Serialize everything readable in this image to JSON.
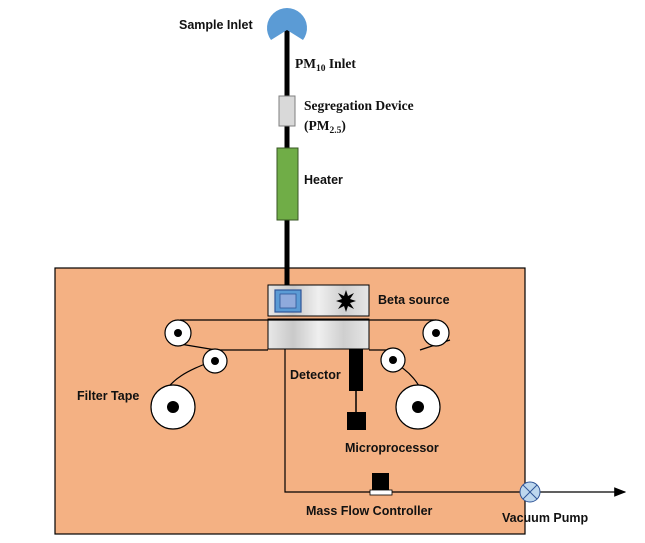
{
  "labels": {
    "sample_inlet": "Sample Inlet",
    "pm10_prefix": "PM",
    "pm10_sub": "10",
    "pm10_suffix": " Inlet",
    "segregation_device": "Segregation Device",
    "pm25_open": "(PM",
    "pm25_sub": "2.5",
    "pm25_close": ")",
    "heater": "Heater",
    "beta_source": "Beta source",
    "filter_tape": "Filter Tape",
    "detector": "Detector",
    "microprocessor": "Microprocessor",
    "mass_flow_controller": "Mass Flow Controller",
    "vacuum_pump": "Vacuum Pump"
  },
  "colors": {
    "enclosure": "#f4b183",
    "inlet": "#5b9bd5",
    "heater": "#70ad47",
    "segregation": "#d9d9d9",
    "pump": "#bdd7ee"
  }
}
